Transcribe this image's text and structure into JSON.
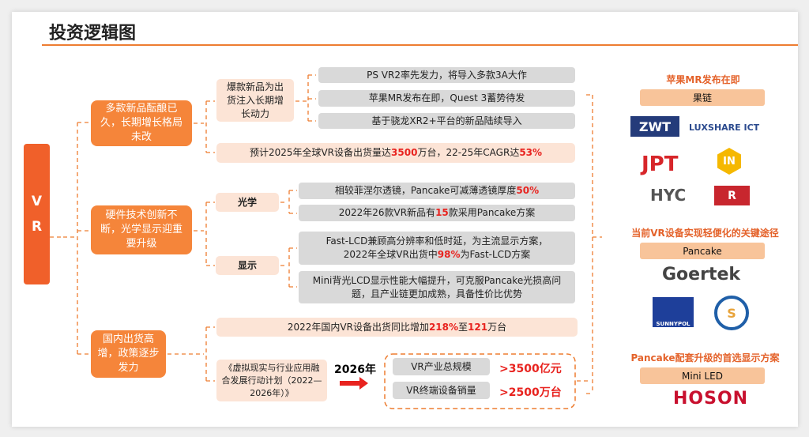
{
  "title": "投资逻辑图",
  "root": {
    "c1": "V",
    "c2": "R"
  },
  "branches": [
    {
      "label": "多款新品酝酿已久，长期增长格局未改",
      "sub": {
        "label": "爆款新品为出货注入长期增长动力",
        "items": [
          "PS VR2率先发力，将导入多款3A大作",
          "苹果MR发布在即，Quest 3蓄势待发",
          "基于骁龙XR2+平台的新品陆续导入"
        ]
      },
      "forecast": {
        "pre": "预计2025年全球VR设备出货量达",
        "v1": "3500",
        "mid": "万台，22-25年CAGR达",
        "v2": "53%"
      }
    },
    {
      "label": "硬件技术创新不断，光学显示迎重要升级",
      "optics": {
        "label": "光学",
        "item1_pre": "相较菲涅尔透镜，Pancake可减薄透镜厚度",
        "item1_v": "50%",
        "item2_pre": "2022年26款VR新品有",
        "item2_v": "15",
        "item2_post": "款采用Pancake方案"
      },
      "display": {
        "label": "显示",
        "item1_l1": "Fast-LCD兼顾高分辨率和低时延，为主流显示方案，",
        "item1_pre": "2022年全球VR出货中",
        "item1_v": "98%",
        "item1_post": "为Fast-LCD方案",
        "item2": "Mini背光LCD显示性能大幅提升，可克服Pancake光损高问题，且产业链更加成熟，具备性价比优势"
      }
    },
    {
      "label": "国内出货高增，政策逐步发力",
      "stat": {
        "pre": "2022年国内VR设备出货同比增加",
        "v1": "218%",
        "mid": "至",
        "v2": "121",
        "post": "万台"
      },
      "plan": "《虚拟现实与行业应用融合发展行动计划（2022—2026年）》",
      "year": "2026年",
      "targets": [
        {
          "label": "VR产业总规模",
          "value": ">3500亿元"
        },
        {
          "label": "VR终端设备销量",
          "value": ">2500万台"
        }
      ]
    }
  ],
  "right": [
    {
      "header": "苹果MR发布在即",
      "bar": "果链",
      "logos": [
        "ZWT",
        "LUXSHARE ICT",
        "JPT",
        "IN",
        "HYC",
        "R"
      ]
    },
    {
      "header": "当前VR设备实现轻便化的关键途径",
      "bar": "Pancake",
      "logos": [
        "Goertek",
        "SUNNYPOL",
        "S"
      ]
    },
    {
      "header": "Pancake配套升级的首选显示方案",
      "bar": "Mini LED",
      "logos": [
        "HOSON"
      ]
    }
  ],
  "colors": {
    "accent": "#ed7d31",
    "l1": "#f5853a",
    "root": "#f0602a",
    "peach": "#fce4d6",
    "gray": "#d9d9d9",
    "red": "#e8231f"
  }
}
